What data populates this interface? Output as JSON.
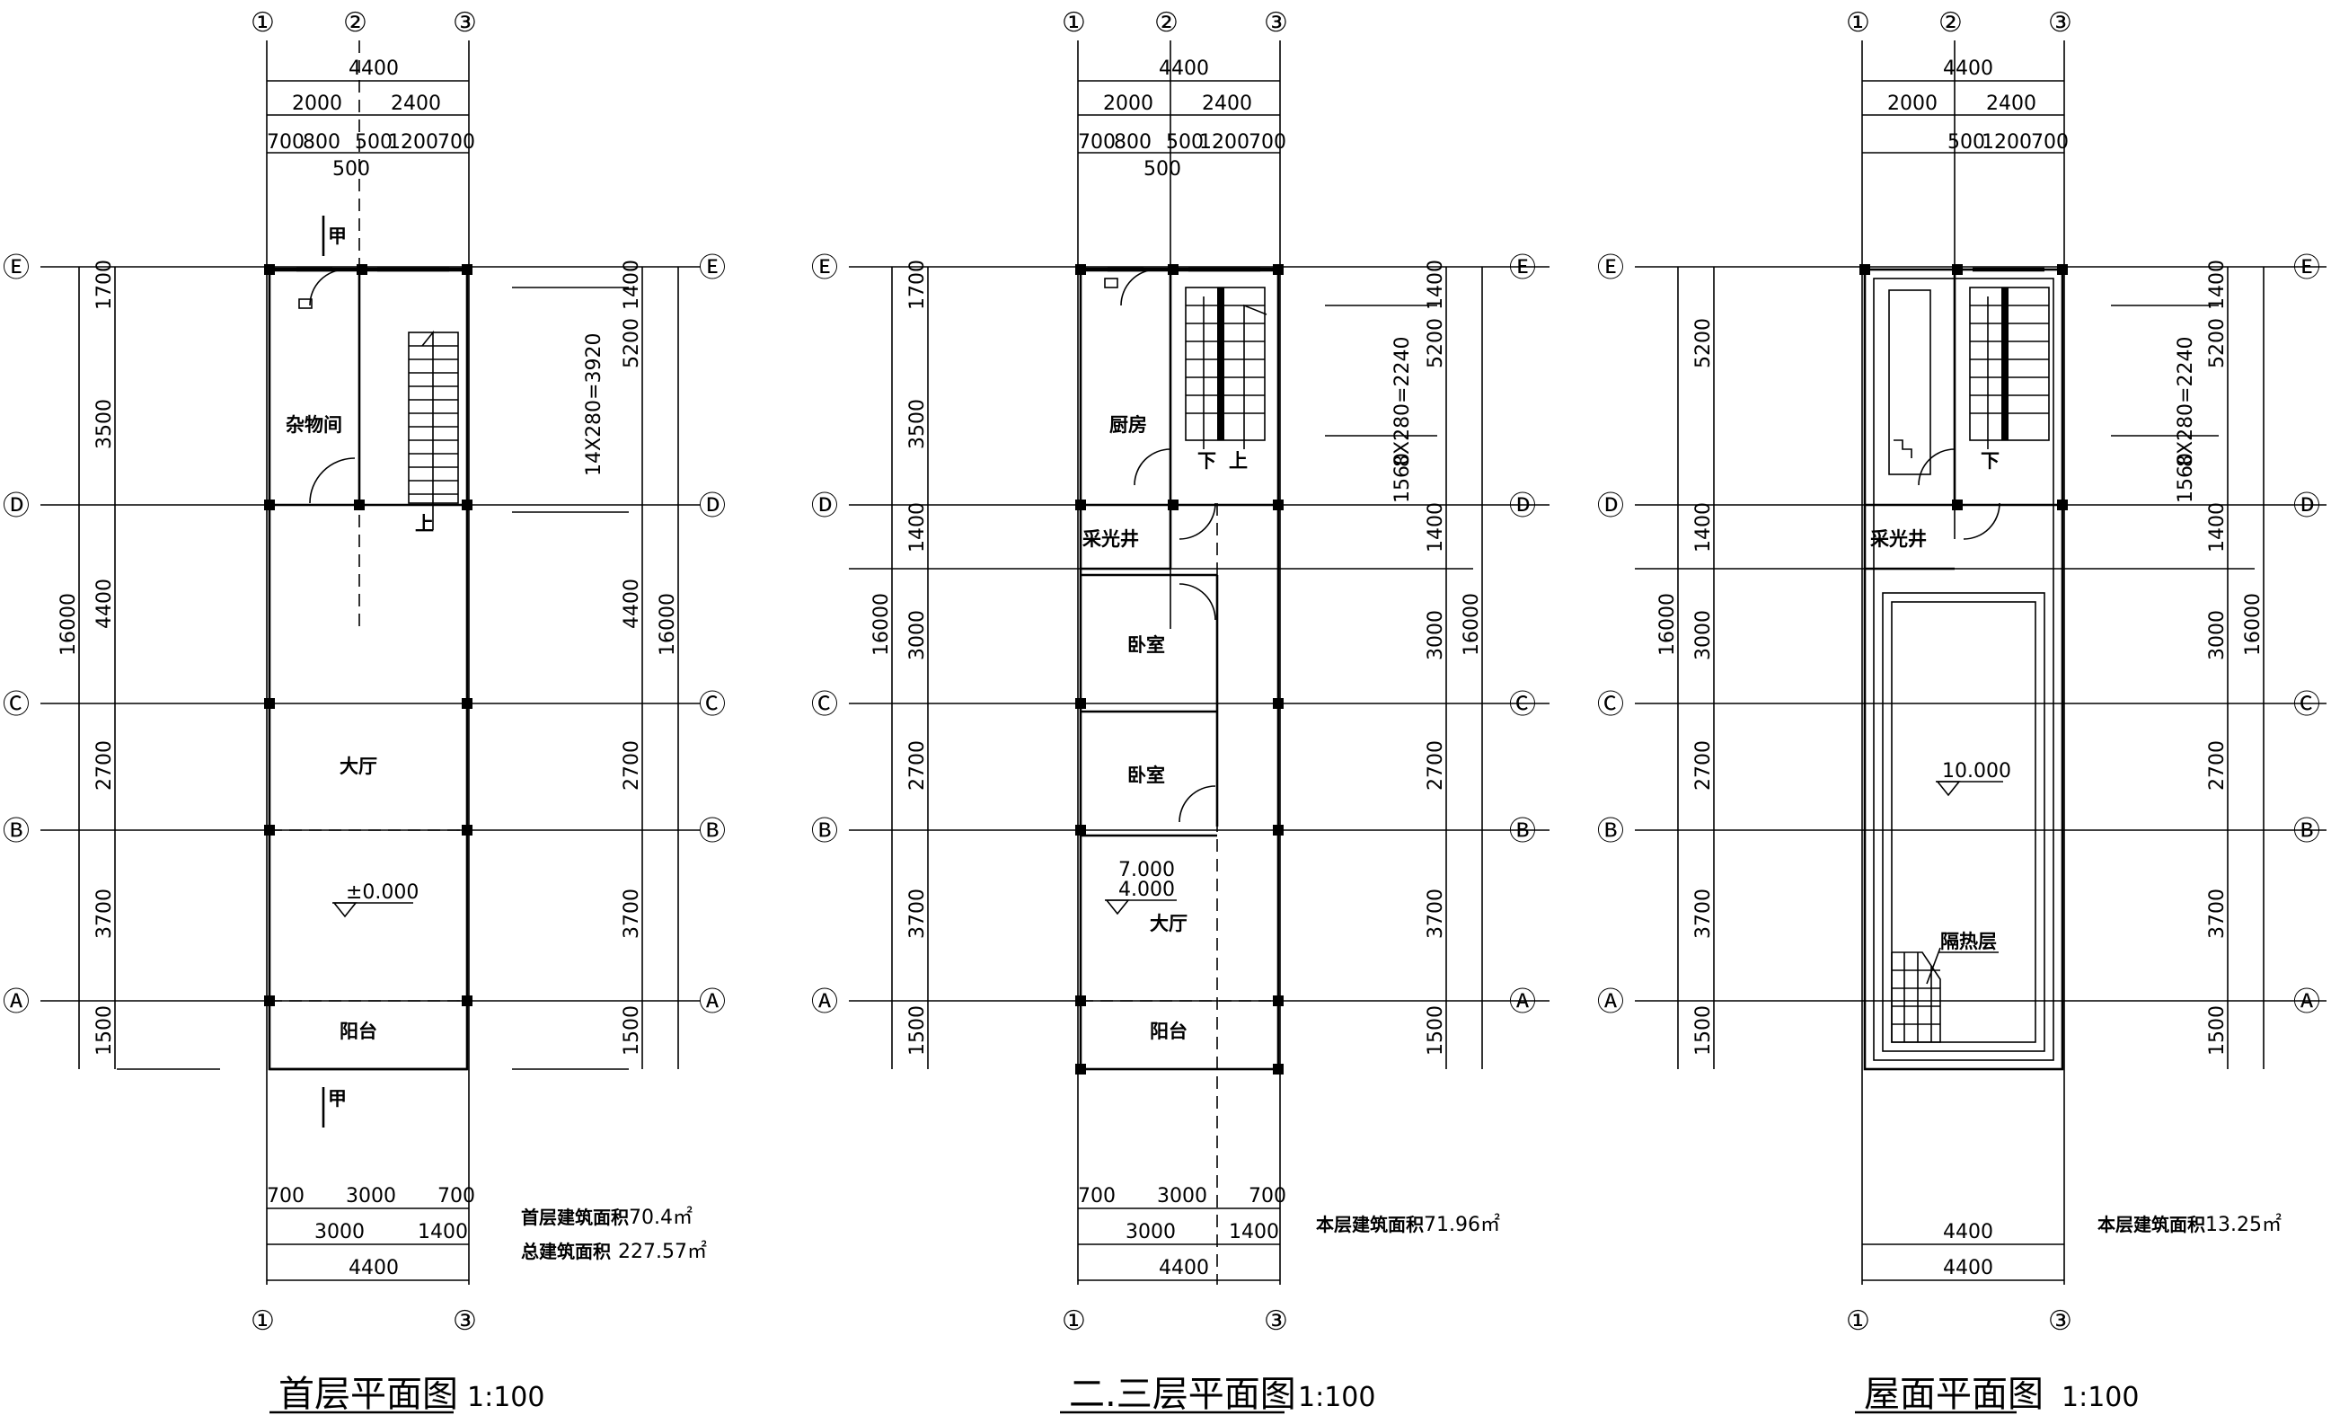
{
  "grid_axes": {
    "numbers": [
      "①",
      "②",
      "③"
    ],
    "letters": [
      "Ⓔ",
      "Ⓓ",
      "Ⓒ",
      "Ⓑ",
      "Ⓐ"
    ]
  },
  "dimensions": {
    "total_width": "4400",
    "width_split": [
      "2000",
      "2400"
    ],
    "detail_top": [
      "700",
      "800",
      "500",
      "1200",
      "700"
    ],
    "detail_top_sub": "500",
    "detail_top_roof": [
      "500",
      "1200",
      "700"
    ],
    "depth_left": [
      "1700",
      "3500",
      "4400",
      "2700",
      "3700",
      "1500"
    ],
    "depth_left_upper": [
      "1700",
      "3500",
      "1400",
      "3000",
      "2700",
      "3700",
      "1500"
    ],
    "depth_right_ground": [
      "1400",
      "5200",
      "4400",
      "2700",
      "3700",
      "1500"
    ],
    "depth_right_upper": [
      "1400",
      "5200",
      "1560",
      "1400",
      "3000",
      "2700",
      "3700",
      "1500"
    ],
    "roof_left": [
      "5200",
      "1400",
      "3000",
      "2700",
      "3700",
      "1500"
    ],
    "total_depth": "16000",
    "stair_ground": "14X280=3920",
    "stair_upper": "8X280=2240",
    "bottom_detail": [
      "700",
      "3000",
      "700"
    ],
    "bottom_split": [
      "3000",
      "1400"
    ]
  },
  "plans": [
    {
      "title": "首层平面图",
      "scale": "1:100",
      "rooms": {
        "storage": "杂物间",
        "hall": "大厅",
        "balcony": "阳台",
        "stair_up": "上",
        "section_mark": "甲"
      },
      "elevation": "±0.000",
      "area_label_1": "首层建筑面积",
      "area_value_1": "70.4㎡",
      "area_label_2": "总建筑面积",
      "area_value_2": "227.57㎡"
    },
    {
      "title": "二.三层平面图",
      "scale": "1:100",
      "rooms": {
        "kitchen": "厨房",
        "lightwell": "采光井",
        "bedroom_1": "卧室",
        "bedroom_2": "卧室",
        "hall": "大厅",
        "balcony": "阳台",
        "stair_down": "下",
        "stair_up": "上"
      },
      "elevation_1": "7.000",
      "elevation_2": "4.000",
      "area_label": "本层建筑面积",
      "area_value": "71.96㎡"
    },
    {
      "title": "屋面平面图",
      "scale": "1:100",
      "rooms": {
        "lightwell": "采光井",
        "stair_down": "下",
        "insulation": "隔热层"
      },
      "elevation": "10.000",
      "area_label": "本层建筑面积",
      "area_value": "13.25㎡"
    }
  ]
}
